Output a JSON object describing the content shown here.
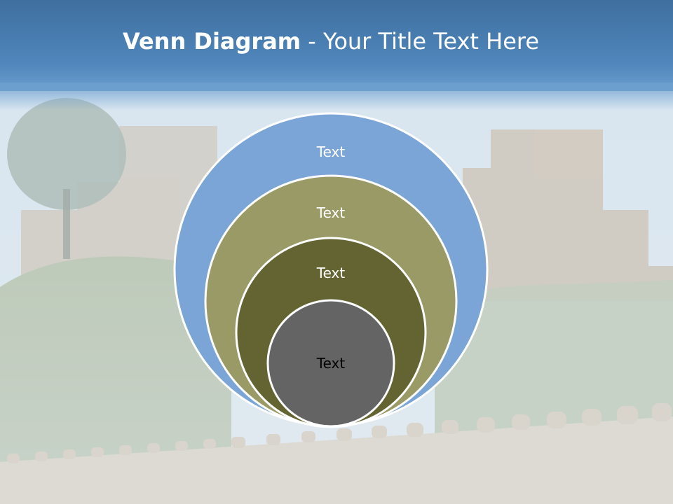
{
  "slide": {
    "title_bold": "Venn Diagram",
    "title_rest": " - Your Title Text Here"
  },
  "diagram": {
    "circles": [
      {
        "label": "Text",
        "fill": "#7aa5d6",
        "text_color": "#ffffff"
      },
      {
        "label": "Text",
        "fill": "#9a9a66",
        "text_color": "#ffffff"
      },
      {
        "label": "Text",
        "fill": "#646432",
        "text_color": "#ffffff"
      },
      {
        "label": "Text",
        "fill": "#646464",
        "text_color": "#000000"
      }
    ]
  },
  "colors": {
    "title_bar": "#4f86bb",
    "circle_outline": "#ffffff"
  }
}
